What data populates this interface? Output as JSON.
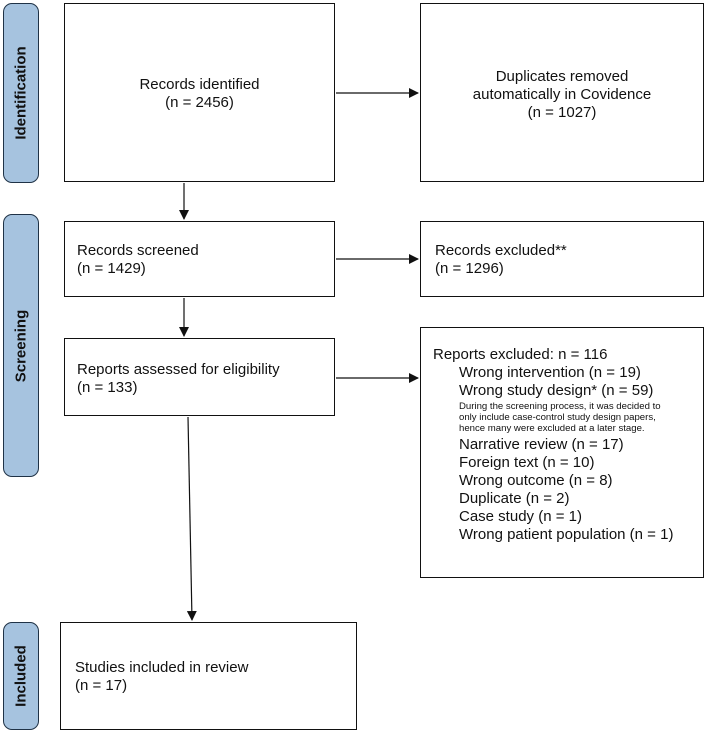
{
  "phases": {
    "identification": "Identification",
    "screening": "Screening",
    "included": "Included"
  },
  "boxes": {
    "records_identified": {
      "label": "Records identified",
      "count": "(n = 2456)"
    },
    "duplicates_removed": {
      "line1": "Duplicates removed",
      "line2": "automatically in Covidence",
      "count": "(n = 1027)"
    },
    "records_screened": {
      "label": "Records screened",
      "count": "(n = 1429)"
    },
    "records_excluded": {
      "label": "Records excluded**",
      "count": "(n = 1296)"
    },
    "reports_assessed": {
      "label": "Reports assessed for eligibility",
      "count": "(n = 133)"
    },
    "reports_excluded": {
      "heading": "Reports excluded: n = 116",
      "wrong_intervention": "Wrong intervention (n = 19)",
      "wrong_study_design": "Wrong study design* (n = 59)",
      "note_line1": "During the screening process, it was decided to",
      "note_line2": "only include case-control study design papers,",
      "note_line3": "hence many were excluded at a later stage.",
      "narrative_review": "Narrative review (n = 17)",
      "foreign_text": "Foreign text (n = 10)",
      "wrong_outcome": "Wrong outcome (n = 8)",
      "duplicate": "Duplicate (n = 2)",
      "case_study": "Case study (n = 1)",
      "wrong_population": "Wrong patient population (n = 1)"
    },
    "studies_included": {
      "label": "Studies included in review",
      "count": "(n = 17)"
    }
  }
}
